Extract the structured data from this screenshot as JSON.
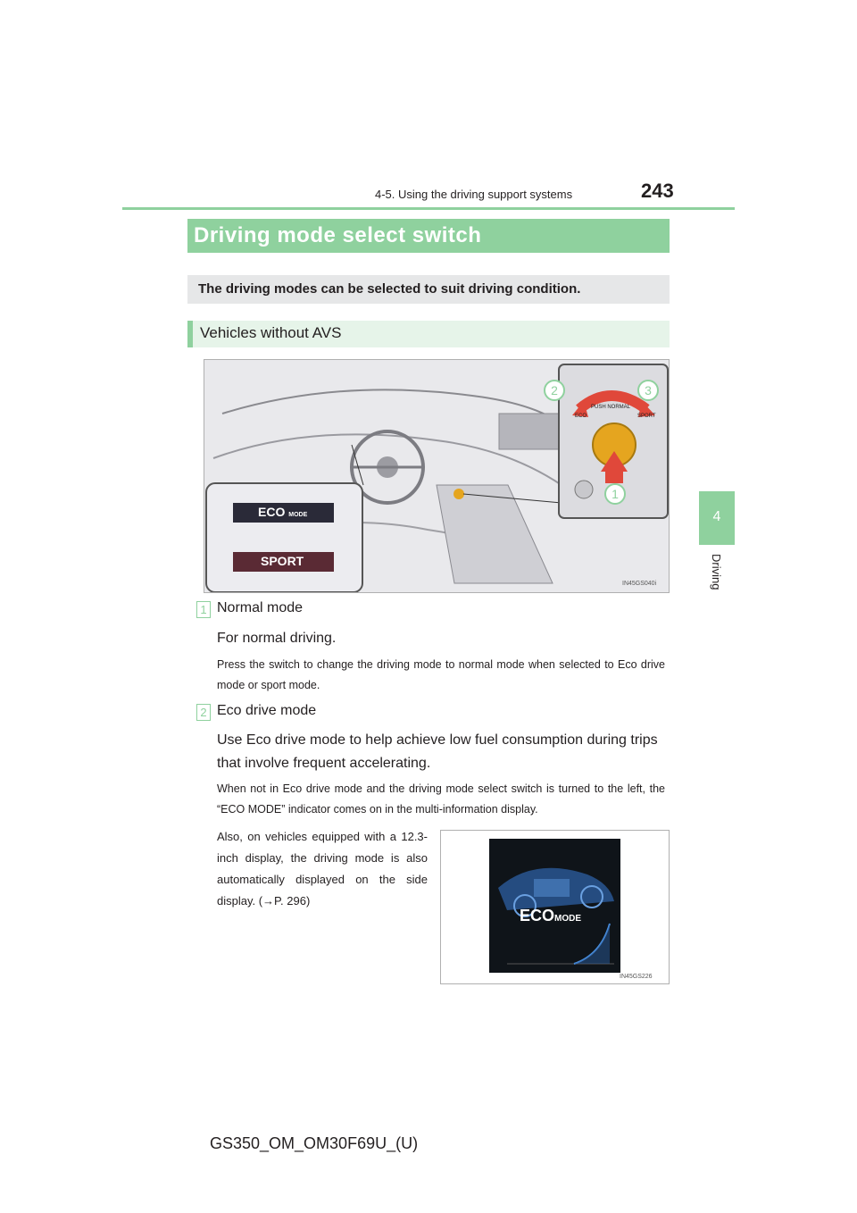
{
  "header": {
    "page_number": "243",
    "section": "4-5. Using the driving support systems"
  },
  "side_tab": {
    "number": "4",
    "label": "Driving"
  },
  "title": "Driving mode select switch",
  "intro": "The driving modes can be selected to suit driving condition.",
  "subheading": "Vehicles without AVS",
  "figure1": {
    "callouts": [
      "2",
      "3",
      "1"
    ],
    "switch_labels": {
      "push": "PUSH NORMAL",
      "eco": "ECO",
      "sport": "SPORT"
    },
    "indicator_eco": "ECO",
    "indicator_eco_small": "MODE",
    "indicator_sport": "SPORT",
    "code": "IN45GS040i"
  },
  "items": [
    {
      "number": "1",
      "head": "Normal mode",
      "body": "For normal driving.",
      "note": "Press the switch to change the driving mode to normal mode when selected to Eco drive mode or sport mode."
    },
    {
      "number": "2",
      "head": "Eco drive mode",
      "body": "Use Eco drive mode to help achieve low fuel consumption during trips that involve frequent accelerating.",
      "note": "When not in Eco drive mode and the driving mode select switch is turned to the left, the “ECO MODE” indicator comes on in the multi-information display."
    }
  ],
  "also_text": "Also, on vehicles equipped with a 12.3-inch display, the driving mode is also automatically displayed on the side display. (→P. 296)",
  "figure2": {
    "eco": "ECO",
    "mode": "MODE",
    "code": "IN45GS226"
  },
  "footer": "GS350_OM_OM30F69U_(U)"
}
